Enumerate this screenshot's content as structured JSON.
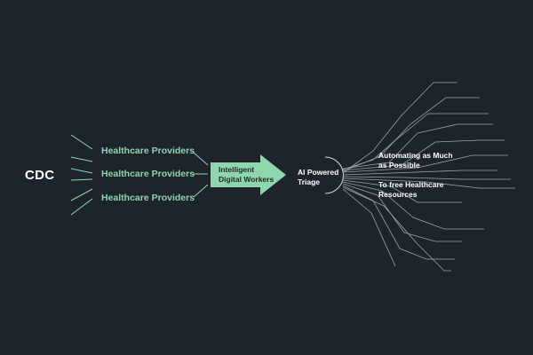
{
  "diagram": {
    "source": "CDC",
    "providers": [
      "Healthcare Providers",
      "Healthcare Providers",
      "Healthcare Providers"
    ],
    "arrow_label": [
      "Intelligent",
      "Digital Workers"
    ],
    "triage_label": [
      "AI Powered",
      "Triage"
    ],
    "outcomes": [
      [
        "Automating as Much",
        "as Possible"
      ],
      [
        "To free Healthcare",
        "Resources"
      ]
    ]
  },
  "colors": {
    "background": "#1d242c",
    "accent": "#8fd6ad",
    "lines": "#9aa3ab",
    "text": "#ffffff"
  }
}
